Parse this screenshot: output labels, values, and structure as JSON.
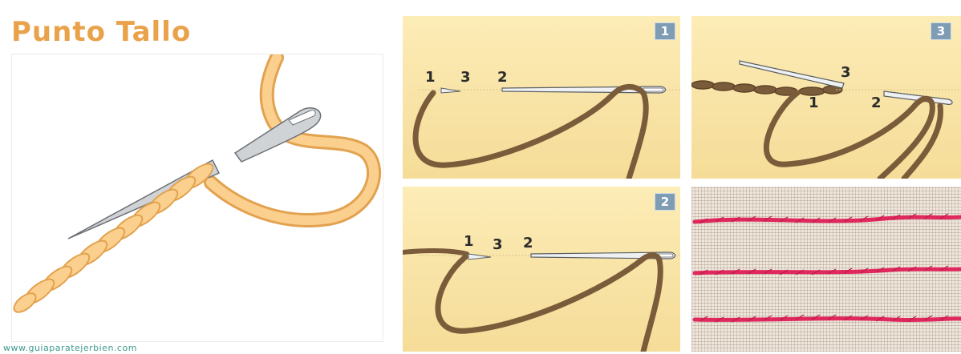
{
  "title": "Punto Tallo",
  "credit": "www.guiaparatejerbien.com",
  "panels": {
    "step1": {
      "badge": "1",
      "labels": [
        "1",
        "3",
        "2"
      ]
    },
    "step3": {
      "badge": "3",
      "labels": [
        "3",
        "1",
        "2"
      ]
    },
    "step2": {
      "badge": "2",
      "labels": [
        "1",
        "3",
        "2"
      ]
    }
  },
  "colors": {
    "title": "#eaa24a",
    "thread_light": "#f8c77c",
    "thread_dark": "#7a5c3a",
    "panel_bg": "#fcecb6",
    "badge": "#7f9cb5",
    "fabric_stitch": "#e0285e",
    "credit": "#3d9a8c"
  },
  "icons": [
    "needle-icon",
    "thread-icon",
    "stem-stitch-icon"
  ]
}
